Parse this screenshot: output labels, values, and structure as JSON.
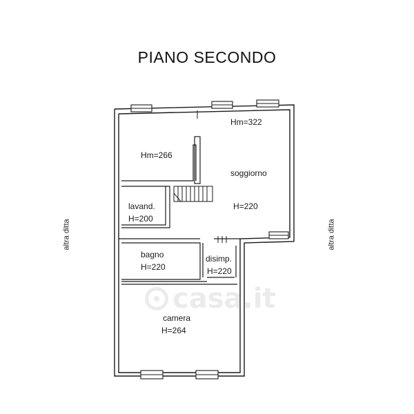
{
  "title": "PIANO SECONDO",
  "side_labels": {
    "left": "altra ditta",
    "right": "altra ditta"
  },
  "rooms": {
    "upper_hm": "Hm=322",
    "small_room_hm": "Hm=266",
    "living_name": "soggiorno",
    "living_h": "H=220",
    "laundry_name": "lavand.",
    "laundry_h": "H=200",
    "bath_name": "bagno",
    "bath_h": "H=220",
    "hall_name": "disimp.",
    "hall_h": "H=220",
    "bedroom_name": "camera",
    "bedroom_h": "H=264"
  },
  "watermark": {
    "text": "casa.it"
  },
  "colors": {
    "line": "#1a1a1a",
    "thin": "#555555",
    "watermark": "#888888"
  }
}
